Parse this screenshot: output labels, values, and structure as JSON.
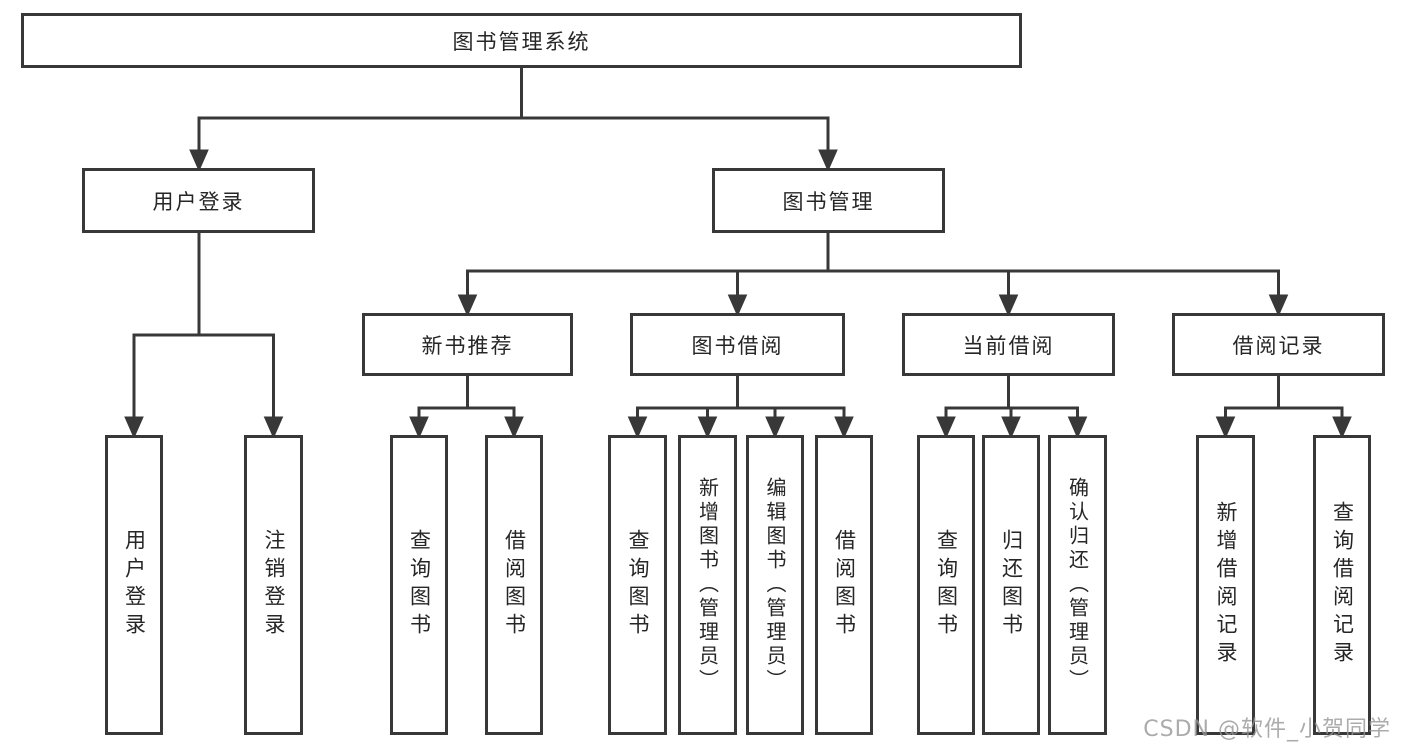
{
  "diagram": {
    "root": {
      "label": "图书管理系统"
    },
    "level1": [
      {
        "label": "用户登录"
      },
      {
        "label": "图书管理"
      }
    ],
    "level2": [
      {
        "label": "新书推荐"
      },
      {
        "label": "图书借阅"
      },
      {
        "label": "当前借阅"
      },
      {
        "label": "借阅记录"
      }
    ],
    "leaves": {
      "user_login": [
        "用户登录",
        "注销登录"
      ],
      "new_book_rec": [
        "查询图书",
        "借阅图书"
      ],
      "book_borrow": [
        "查询图书",
        "新增图书（管理员）",
        "编辑图书（管理员）",
        "借阅图书"
      ],
      "current_borrow": [
        "查询图书",
        "归还图书",
        "确认归还（管理员）"
      ],
      "borrow_records": [
        "新增借阅记录",
        "查询借阅记录"
      ]
    }
  },
  "watermark": {
    "text": "CSDN @软件_小贺同学"
  },
  "colors": {
    "line": "#383838",
    "box_border": "#383838",
    "box_fill": "#ffffff",
    "text": "#262626",
    "watermark": "#969696"
  }
}
